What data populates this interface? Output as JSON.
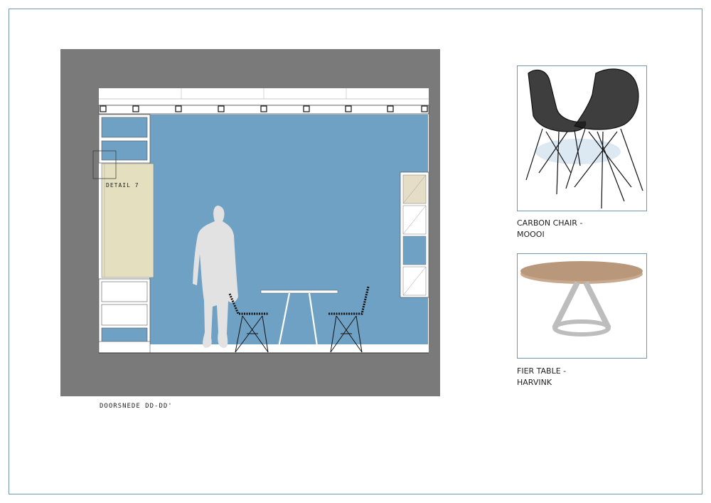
{
  "section": {
    "caption": "DOORSNEDE DD-DD'",
    "detail_label": "DETAIL 7",
    "colors": {
      "background": "#7a7a7a",
      "wall": "#6fa1c4",
      "cabinet": "#e4dfbf",
      "figure": "#e2e2e2",
      "line": "#2b2b2b"
    }
  },
  "products": [
    {
      "name_line1": "CARBON CHAIR -",
      "name_line2": "MOOOI",
      "icon": "carbon-chair-image"
    },
    {
      "name_line1": "FIER TABLE -",
      "name_line2": "HARVINK",
      "icon": "fier-table-image"
    }
  ]
}
